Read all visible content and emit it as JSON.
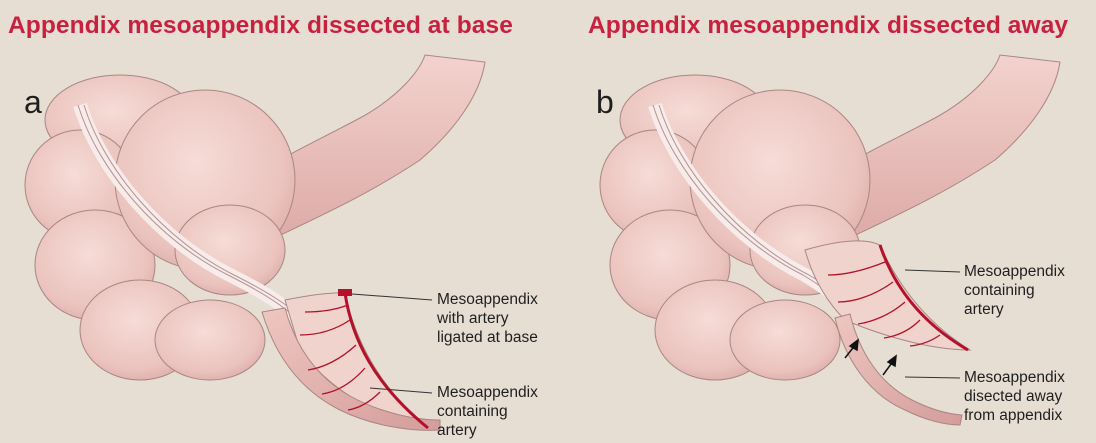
{
  "panels": [
    {
      "title": "Appendix mesoappendix dissected at base",
      "letter": "a",
      "labels": [
        {
          "lines": [
            "Mesoappendix",
            "with artery",
            "ligated at base"
          ]
        },
        {
          "lines": [
            "Mesoappendix",
            "containing",
            "artery"
          ]
        }
      ]
    },
    {
      "title": "Appendix mesoappendix dissected away",
      "letter": "b",
      "labels": [
        {
          "lines": [
            "Mesoappendix",
            "containing",
            "artery"
          ]
        },
        {
          "lines": [
            "Mesoappendix",
            "disected away",
            "from appendix"
          ]
        }
      ]
    }
  ],
  "colors": {
    "title": "#c8203f",
    "background": "#e6ddd3",
    "tissue": "#edc9c4",
    "tissue_shadow": "#d9a9a6",
    "artery": "#b3122a",
    "outline": "#8a6f6f"
  }
}
